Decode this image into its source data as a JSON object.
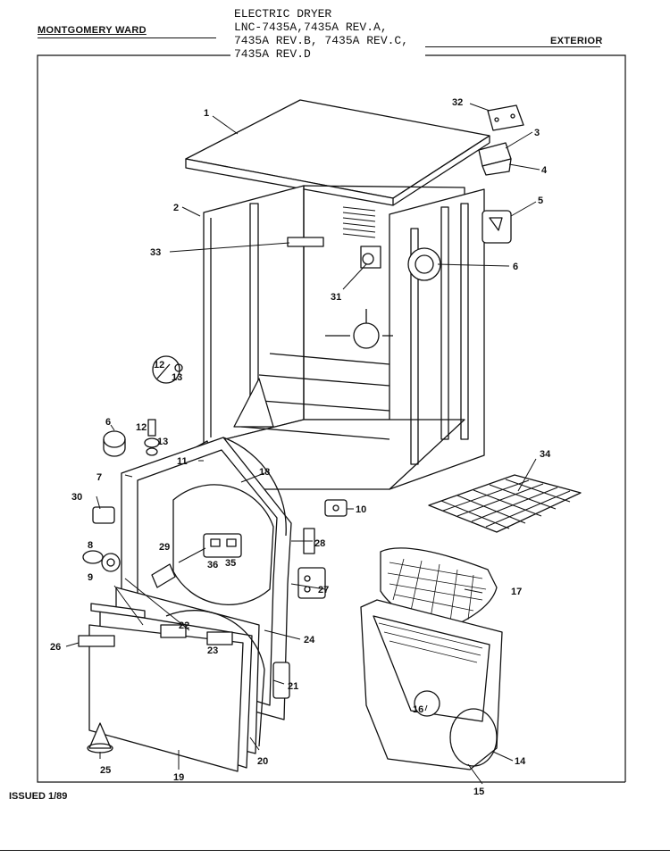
{
  "header": {
    "brand": "MONTGOMERY WARD",
    "title_lines": [
      "ELECTRIC DRYER",
      "LNC-7435A,7435A REV.A,",
      "7435A REV.B, 7435A REV.C,",
      "7435A REV.D"
    ],
    "section": "EXTERIOR"
  },
  "footer": {
    "issued": "ISSUED 1/89"
  },
  "callouts": [
    "1",
    "2",
    "3",
    "4",
    "5",
    "6",
    "6",
    "7",
    "8",
    "9",
    "10",
    "11",
    "12",
    "12",
    "13",
    "13",
    "14",
    "15",
    "16",
    "17",
    "18",
    "19",
    "20",
    "21",
    "22",
    "23",
    "24",
    "25",
    "26",
    "27",
    "28",
    "29",
    "30",
    "31",
    "32",
    "33",
    "34",
    "35",
    "36"
  ]
}
